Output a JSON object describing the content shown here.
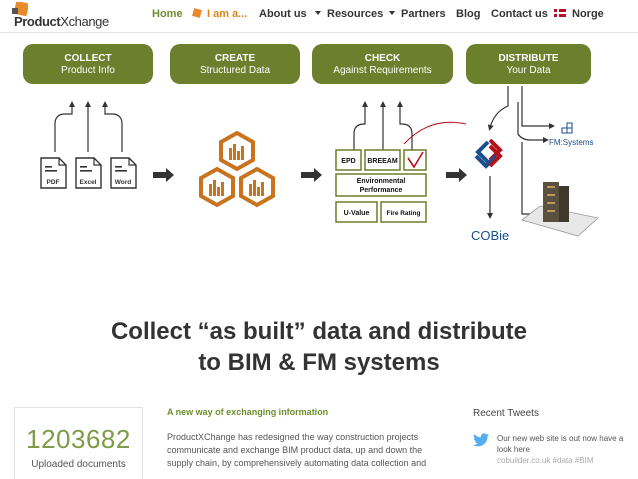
{
  "header": {
    "logo_text_bold": "Product",
    "logo_text": "Xchange",
    "nav": [
      {
        "label": "Home"
      },
      {
        "label": "I am a..."
      },
      {
        "label": "About us"
      },
      {
        "label": "Resources"
      },
      {
        "label": "Partners"
      },
      {
        "label": "Blog"
      },
      {
        "label": "Contact us"
      },
      {
        "label": "Norge"
      }
    ]
  },
  "steps": [
    {
      "title": "COLLECT",
      "subtitle": "Product Info"
    },
    {
      "title": "CREATE",
      "subtitle": "Structured Data"
    },
    {
      "title": "CHECK",
      "subtitle": "Against Requirements"
    },
    {
      "title": "DISTRIBUTE",
      "subtitle": "Your Data"
    }
  ],
  "diagram": {
    "docs": [
      "PDF",
      "Excel",
      "Word"
    ],
    "check_boxes": [
      "EPD",
      "BREEAM",
      "Environmental",
      "Performance",
      "U-Value",
      "Fire Rating"
    ],
    "fm_label": "FM:Systems",
    "cobie_label": "COBie",
    "colors": {
      "olive": "#6b7f2c",
      "orange": "#c9731f",
      "red": "#b3121b",
      "blue": "#1a4e8c"
    }
  },
  "headline": {
    "line1": "Collect “as built” data and distribute",
    "line2": "to BIM & FM systems"
  },
  "counter": {
    "value": "1203682",
    "label": "Uploaded documents"
  },
  "info": {
    "title": "A new way of exchanging information",
    "body": "ProductXChange has redesigned the way construction projects communicate and exchange BIM product data, up and down the supply chain, by comprehensively automating data collection and"
  },
  "tweets": {
    "title": "Recent Tweets",
    "items": [
      {
        "text": "Our new web site is out now have a look here",
        "meta": "cobuilder.co.uk #data #BIM"
      }
    ]
  }
}
